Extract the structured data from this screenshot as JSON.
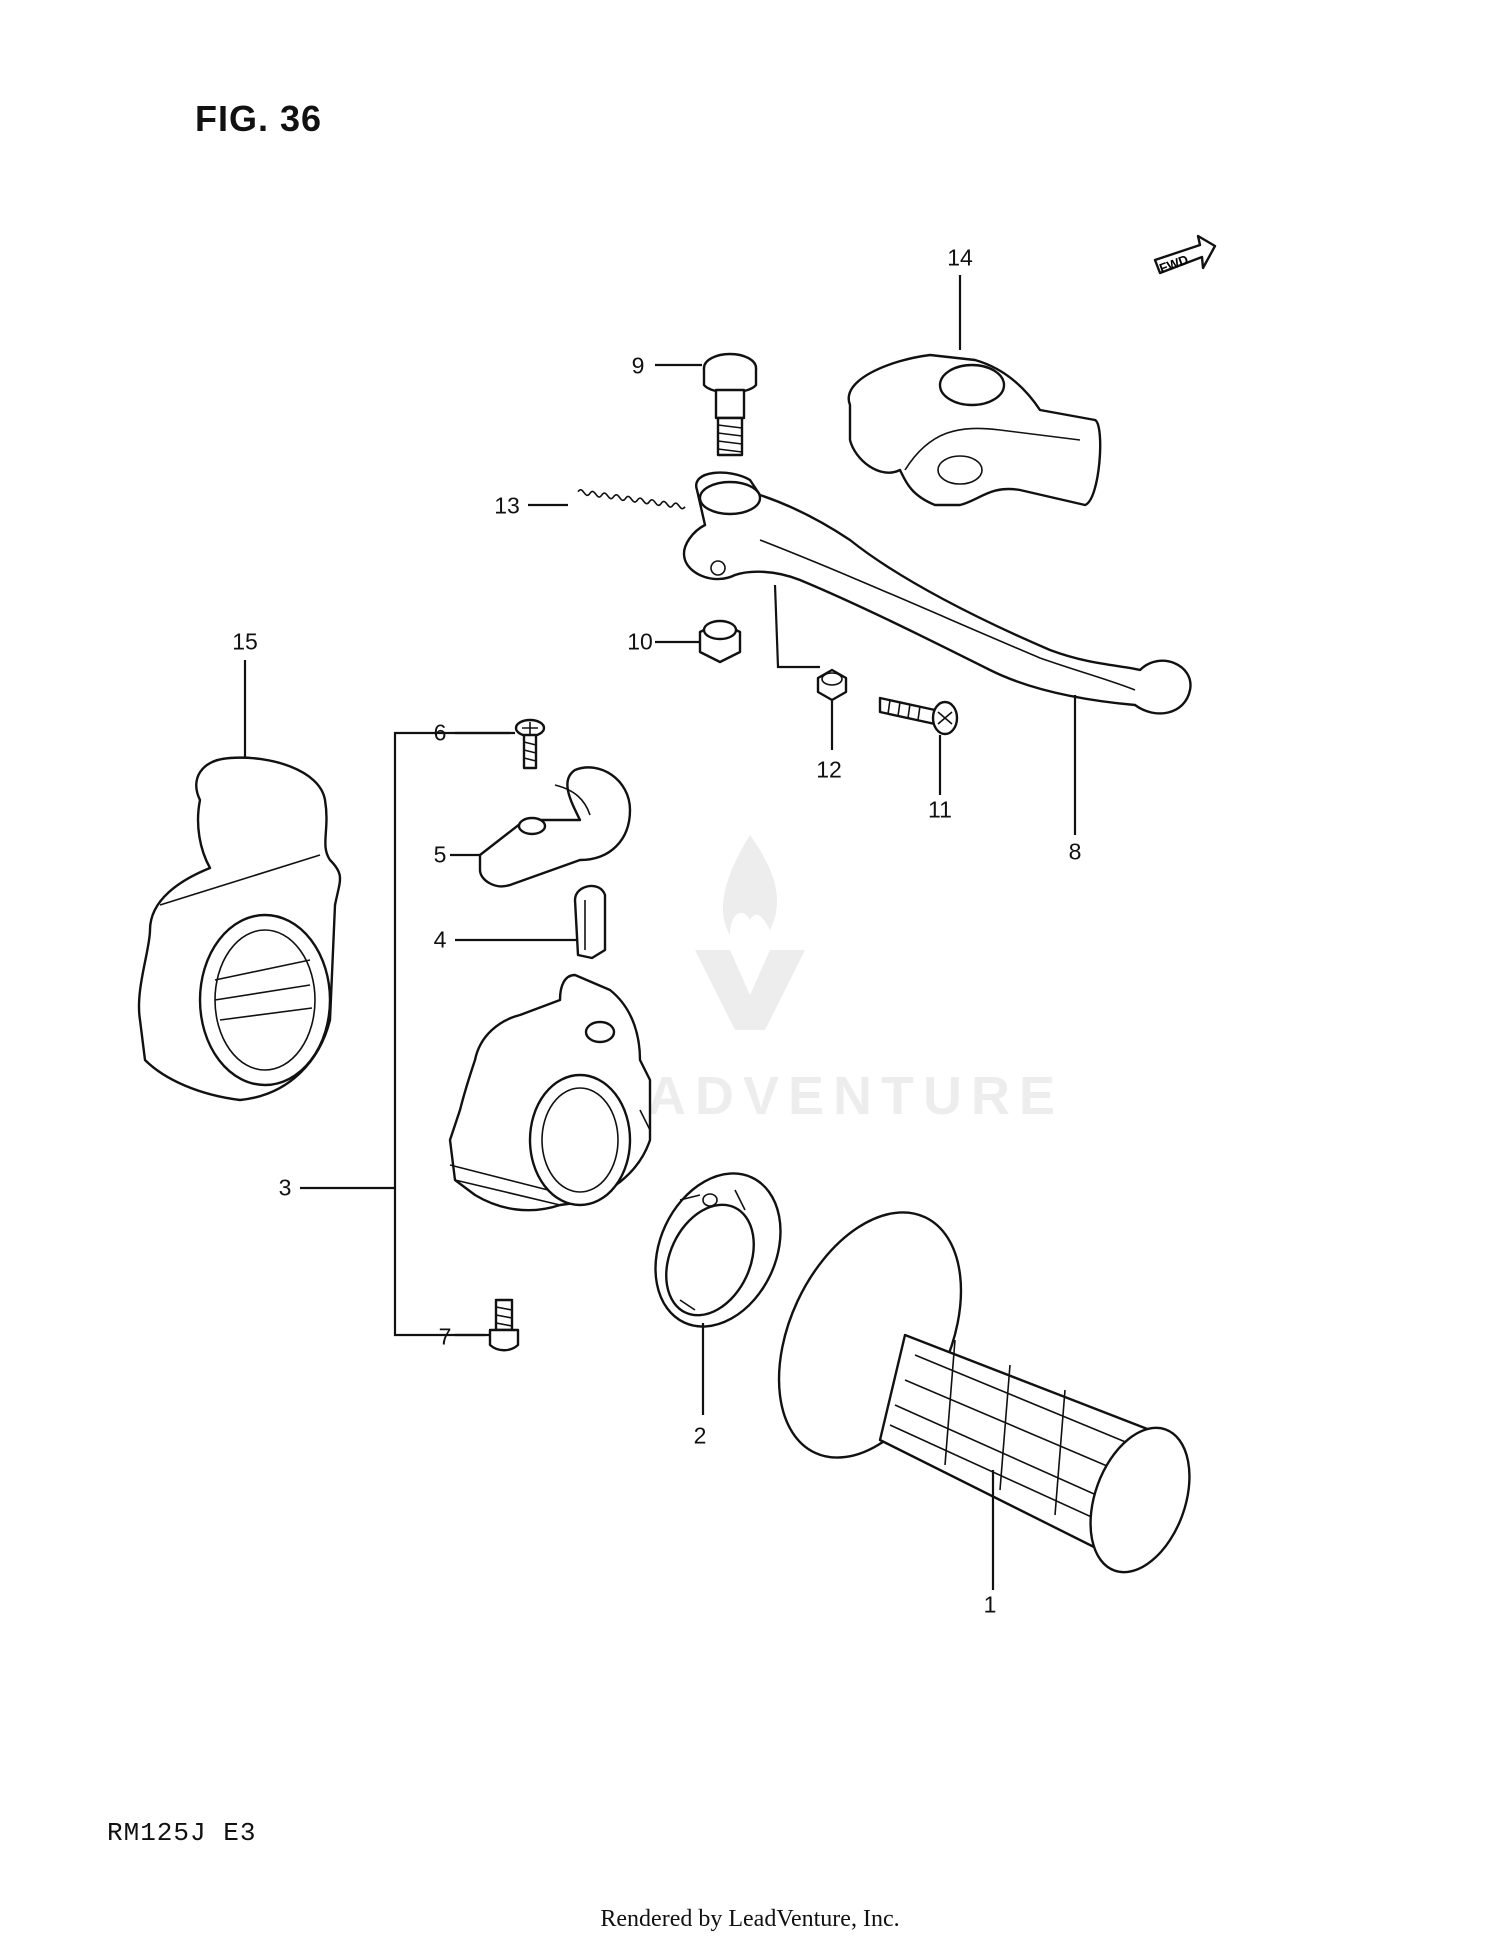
{
  "figure": {
    "title": "FIG. 36",
    "model_code": "RM125J  E3",
    "footer": "Rendered by LeadVenture, Inc.",
    "forward_marker": "FWD",
    "watermark": "LEADVENTURE"
  },
  "callouts": [
    {
      "id": "1",
      "label": "1"
    },
    {
      "id": "2",
      "label": "2"
    },
    {
      "id": "3",
      "label": "3"
    },
    {
      "id": "4",
      "label": "4"
    },
    {
      "id": "5",
      "label": "5"
    },
    {
      "id": "6",
      "label": "6"
    },
    {
      "id": "7",
      "label": "7"
    },
    {
      "id": "8",
      "label": "8"
    },
    {
      "id": "9",
      "label": "9"
    },
    {
      "id": "10",
      "label": "10"
    },
    {
      "id": "11",
      "label": "11"
    },
    {
      "id": "12",
      "label": "12"
    },
    {
      "id": "13",
      "label": "13"
    },
    {
      "id": "14",
      "label": "14"
    },
    {
      "id": "15",
      "label": "15"
    }
  ]
}
